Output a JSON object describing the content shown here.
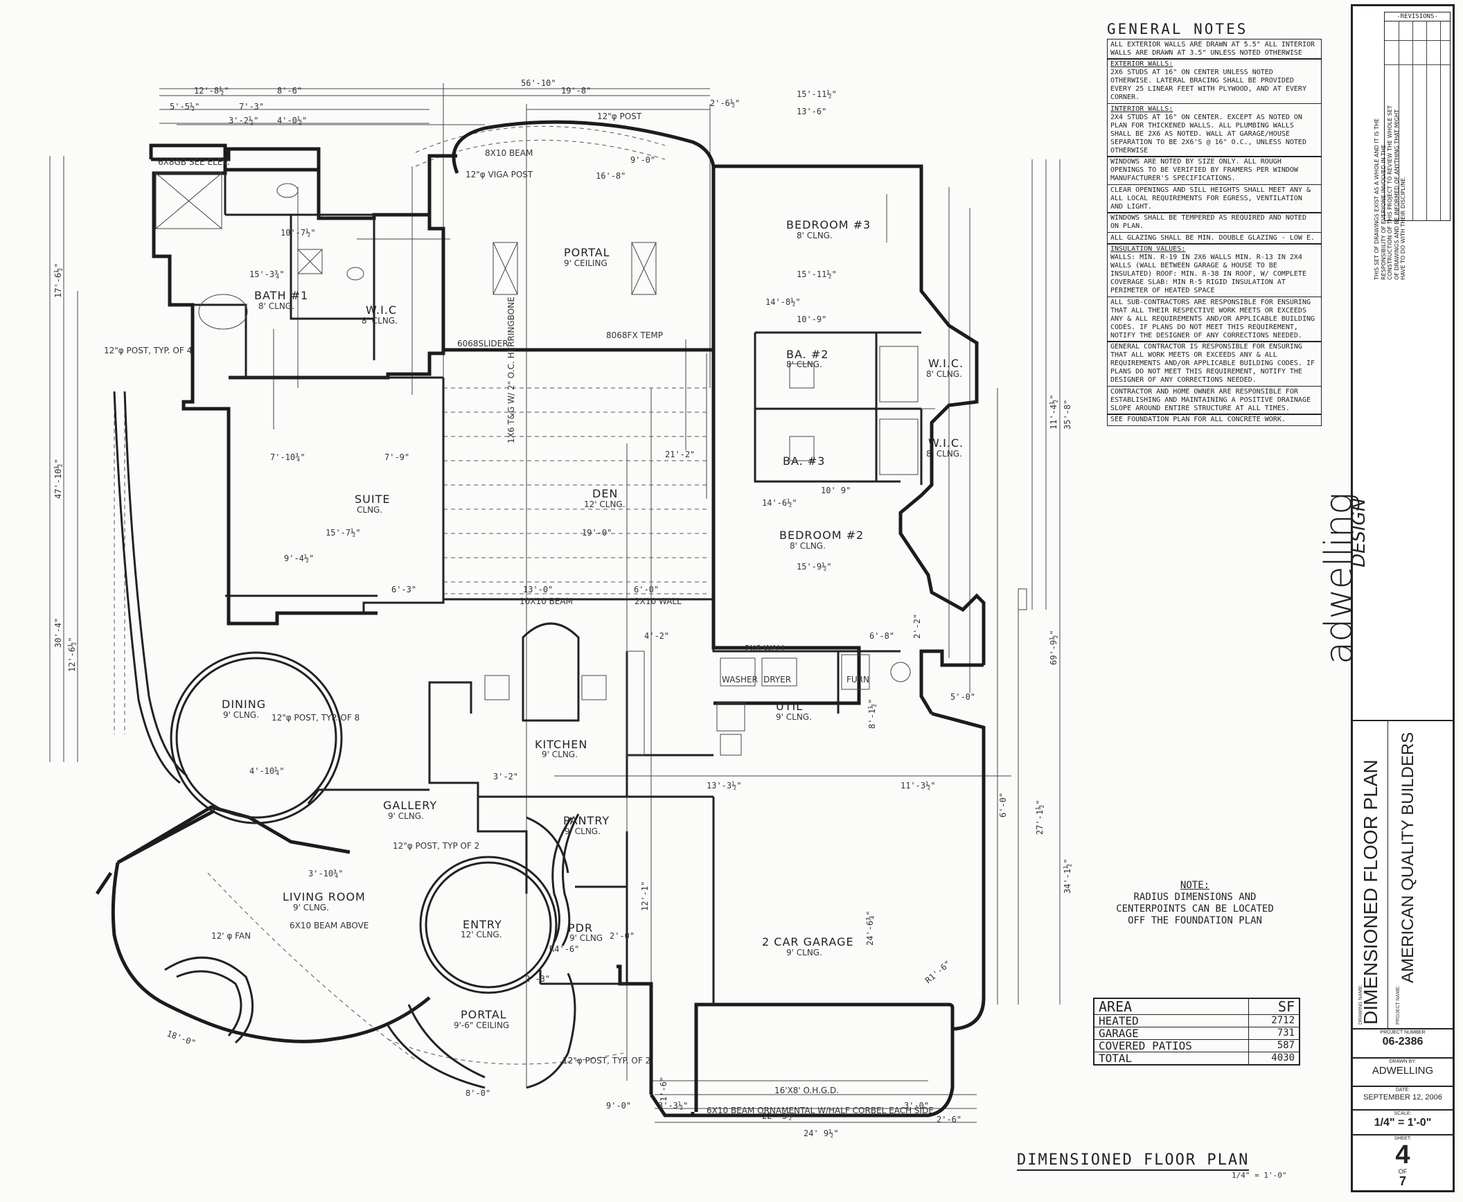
{
  "rooms": {
    "bath1": "BATH #1",
    "bath1_clg": "8' CLNG.",
    "wic1": "W.I.C",
    "wic1_clg": "8' CLNG.",
    "portal1": "PORTAL",
    "portal1_clg": "9' CEILING",
    "bedroom3": "BEDROOM #3",
    "bedroom3_clg": "8' CLNG.",
    "ba2": "BA. #2",
    "ba2_clg": "8' CLNG.",
    "wic2": "W.I.C.",
    "wic2_clg": "8' CLNG.",
    "wic3": "W.I.C.",
    "wic3_clg": "8' CLNG.",
    "ba3": "BA. #3",
    "suite": "SUITE",
    "suite_clg": "CLNG.",
    "den": "DEN",
    "den_clg": "12' CLNG.",
    "bedroom2": "BEDROOM #2",
    "bedroom2_clg": "8' CLNG.",
    "dining": "DINING",
    "dining_clg": "9' CLNG.",
    "kitchen": "KITCHEN",
    "kitchen_clg": "9' CLNG.",
    "util": "UTIL",
    "util_clg": "9' CLNG.",
    "gallery": "GALLERY",
    "gallery_clg": "9' CLNG.",
    "pantry": "PANTRY",
    "pantry_clg": "9' CLNG.",
    "living": "LIVING ROOM",
    "living_clg": "9' CLNG.",
    "entry": "ENTRY",
    "entry_clg": "12' CLNG.",
    "pdr": "PDR",
    "pdr_clg": "9' CLNG",
    "garage": "2 CAR GARAGE",
    "garage_clg": "9' CLNG.",
    "portal2": "PORTAL",
    "portal2_clg": "9'-6\" CEILING"
  },
  "callouts": {
    "post12_top": "12\"φ POST",
    "viga": "12\"φ VIGA POST",
    "beam8x10": "8X10 BEAM",
    "beam10x10": "10X10 BEAM",
    "wall2x10": "2X10 WALL",
    "wall2x6": "2X6 WALL",
    "post_typ4": "12\"φ POST, TYP. OF 4",
    "post_typ8": "12\"φ POST, TYP. OF 8",
    "post_typ2a": "12\"φ POST, TYP OF 2",
    "post_typ2b": "12\"φ POST, TYP. OF 2",
    "herringbone": "1X6 T&G W/ 2\" O.C. HERRINGBONE",
    "garage_door": "16'X8' O.H.G.D.",
    "garage_beam": "6X10 BEAM ORNAMENTAL W/HALF CORBEL EACH SIDE",
    "beam_above": "6X10 BEAM ABOVE",
    "fan": "12' φ FAN",
    "shower": "6X8GB SEE ELEV.",
    "furn": "FURN",
    "washer": "WASHER",
    "dryer": "DRYER",
    "slider": "6068SLIDER",
    "temp": "8068FX TEMP"
  },
  "dims": {
    "d1": "56'-10\"",
    "d2": "12'-8½\"",
    "d3": "8'-6\"",
    "d4": "19'-8\"",
    "d5": "15'-11½\"",
    "d6": "13'-6\"",
    "d7": "5'-5½\"",
    "d8": "7'-3\"",
    "d9": "3'-2½\"",
    "d10": "4'-0½\"",
    "d11": "2'-6½\"",
    "d12": "16'-8\"",
    "d13": "9'-0\"",
    "d14": "15'-3¾\"",
    "d15": "10'-7½\"",
    "d16": "14'-8½\"",
    "d17": "10'-9\"",
    "d18": "15'-11½\"",
    "d19": "7'-10¾\"",
    "d20": "7'-9\"",
    "d21": "15'-7½\"",
    "d22": "19'-0\"",
    "d23": "14'-6½\"",
    "d24": "10' 9\"",
    "d25": "15'-9½\"",
    "d26": "13'-0\"",
    "d27": "6'-0\"",
    "d28": "9'-4½\"",
    "d29": "6'-3\"",
    "d30": "13'-3½\"",
    "d31": "11'-3½\"",
    "d32": "4'-10¼\"",
    "d33": "3'-10¾\"",
    "d34": "8'-0\"",
    "d35": "18'-0\"",
    "d36": "22'-3½\"",
    "d37": "24' 9½\"",
    "d38": "9'-0\"",
    "d39": "3'-3½\"",
    "d40": "3'-0\"",
    "d41": "2'-6\"",
    "d42": "47'-10½\"",
    "d43": "30'-4\"",
    "d44": "17'-6½\"",
    "d45": "69'-9½\"",
    "d46": "34'-1½\"",
    "d47": "27'-1½\"",
    "d48": "35'-8\"",
    "d49": "24'-6¾\"",
    "d50": "12'-1\"",
    "d51": "5'-0\"",
    "d52": "8'-1½\"",
    "d53": "R4'-6\"",
    "d54": "2'-3\"",
    "d55": "1'-6\"",
    "d56": "4'-2\"",
    "d57": "6'-8\"",
    "d58": "2'-2\"",
    "d59": "R1'-6\"",
    "d60": "11'-4½\"",
    "d61": "21'-2\"",
    "d62": "6'-0\"",
    "d63": "3'-2\"",
    "d64": "2'-0\"",
    "d65": "12'-6½\""
  },
  "general_notes": {
    "title": "GENERAL NOTES",
    "blocks": [
      {
        "head": "",
        "text": "ALL EXTERIOR WALLS ARE DRAWN AT 5.5\" ALL INTERIOR WALLS ARE DRAWN AT 3.5\" UNLESS NOTED OTHERWISE"
      },
      {
        "head": "EXTERIOR WALLS:",
        "text": "2X6 STUDS AT 16\" ON CENTER UNLESS NOTED OTHERWISE. LATERAL BRACING SHALL BE PROVIDED EVERY 25 LINEAR FEET WITH PLYWOOD, AND AT EVERY CORNER."
      },
      {
        "head": "INTERIOR WALLS:",
        "text": "2X4 STUDS AT 16\" ON CENTER. EXCEPT AS NOTED ON PLAN FOR THICKENED WALLS. ALL PLUMBING WALLS SHALL BE 2X6 AS NOTED. WALL AT GARAGE/HOUSE SEPARATION TO BE 2X6'S @ 16\" O.C., UNLESS NOTED OTHERWISE"
      },
      {
        "head": "",
        "text": "WINDOWS ARE NOTED BY SIZE ONLY. ALL ROUGH OPENINGS TO BE VERIFIED BY FRAMERS PER WINDOW MANUFACTURER'S SPECIFICATIONS."
      },
      {
        "head": "",
        "text": "CLEAR OPENINGS AND SILL HEIGHTS SHALL MEET ANY & ALL LOCAL REQUIREMENTS FOR EGRESS, VENTILATION AND LIGHT."
      },
      {
        "head": "",
        "text": "WINDOWS SHALL BE TEMPERED AS REQUIRED AND NOTED ON PLAN."
      },
      {
        "head": "",
        "text": "ALL GLAZING SHALL BE MIN. DOUBLE GLAZING - LOW E."
      },
      {
        "head": "INSULATION VALUES:",
        "text": "WALLS: MIN. R-19 IN 2X6 WALLS MIN. R-13 IN 2X4 WALLS (WALL BETWEEN GARAGE & HOUSE TO BE INSULATED) ROOF: MIN. R-38 IN ROOF, W/ COMPLETE COVERAGE SLAB: MIN R-5 RIGID INSULATION AT PERIMETER OF HEATED SPACE"
      },
      {
        "head": "",
        "text": "ALL SUB-CONTRACTORS ARE RESPONSIBLE FOR ENSURING THAT ALL THEIR RESPECTIVE WORK MEETS OR EXCEEDS ANY & ALL REQUIREMENTS AND/OR APPLICABLE BUILDING CODES. IF PLANS DO NOT MEET THIS REQUIREMENT, NOTIFY THE DESIGNER OF ANY CORRECTIONS NEEDED."
      },
      {
        "head": "",
        "text": "GENERAL CONTRACTOR IS RESPONSIBLE FOR ENSURING THAT ALL WORK MEETS OR EXCEEDS ANY & ALL REQUIREMENTS AND/OR APPLICABLE BUILDING CODES. IF PLANS DO NOT MEET THIS REQUIREMENT, NOTIFY THE DESIGNER OF ANY CORRECTIONS NEEDED."
      },
      {
        "head": "",
        "text": "CONTRACTOR AND HOME OWNER ARE RESPONSIBLE FOR ESTABLISHING AND MAINTAINING A POSITIVE DRAINAGE SLOPE AROUND ENTIRE STRUCTURE AT ALL TIMES."
      },
      {
        "head": "",
        "text": "SEE FOUNDATION PLAN FOR ALL CONCRETE WORK."
      }
    ]
  },
  "radius_note": {
    "title": "NOTE:",
    "line1": "RADIUS DIMENSIONS AND",
    "line2": "CENTERPOINTS CAN BE LOCATED",
    "line3": "OFF THE FOUNDATION PLAN"
  },
  "area_table": {
    "col1": "AREA",
    "col2": "SF",
    "rows": [
      {
        "label": "HEATED",
        "value": "2712"
      },
      {
        "label": "GARAGE",
        "value": "731"
      },
      {
        "label": "COVERED PATIOS",
        "value": "587"
      },
      {
        "label": "TOTAL",
        "value": "4030"
      }
    ]
  },
  "plan_title": "DIMENSIONED FLOOR PLAN",
  "plan_scale": "1/4\" = 1'-0\"",
  "title_block": {
    "revisions": "-REVISIONS-",
    "disclaimer": "THIS SET OF DRAWINGS EXIST AS A WHOLE AND IT IS THE RESPONSIBILITY OF EVERYONE INVOLVED IN THE CONSTRUCTION OF THIS PROJECT TO REVIEW THE WHOLE SET OF DRAWINGS AND BE INFORMED OF ANYTHING THAT MIGHT HAVE TO DO WITH THEIR DISCIPLINE.",
    "logo_main": "adwelling",
    "logo_sub": "DESIGN",
    "drawing_name_label": "DRAWING NAME:",
    "drawing_name": "DIMENSIONED FLOOR PLAN",
    "project_name_label": "PROJECT NAME:",
    "project_name": "AMERICAN QUALITY BUILDERS",
    "project_number_label": "PROJECT NUMBER",
    "project_number": "06-2386",
    "drawn_by_label": "DRAWN BY:",
    "drawn_by": "ADWELLING",
    "date_label": "DATE:",
    "date": "SEPTEMBER 12, 2006",
    "scale_label": "SCALE:",
    "scale": "1/4\" = 1'-0\"",
    "sheet_label": "SHEET:",
    "sheet": "4",
    "of_label": "OF",
    "total_sheets": "7"
  }
}
